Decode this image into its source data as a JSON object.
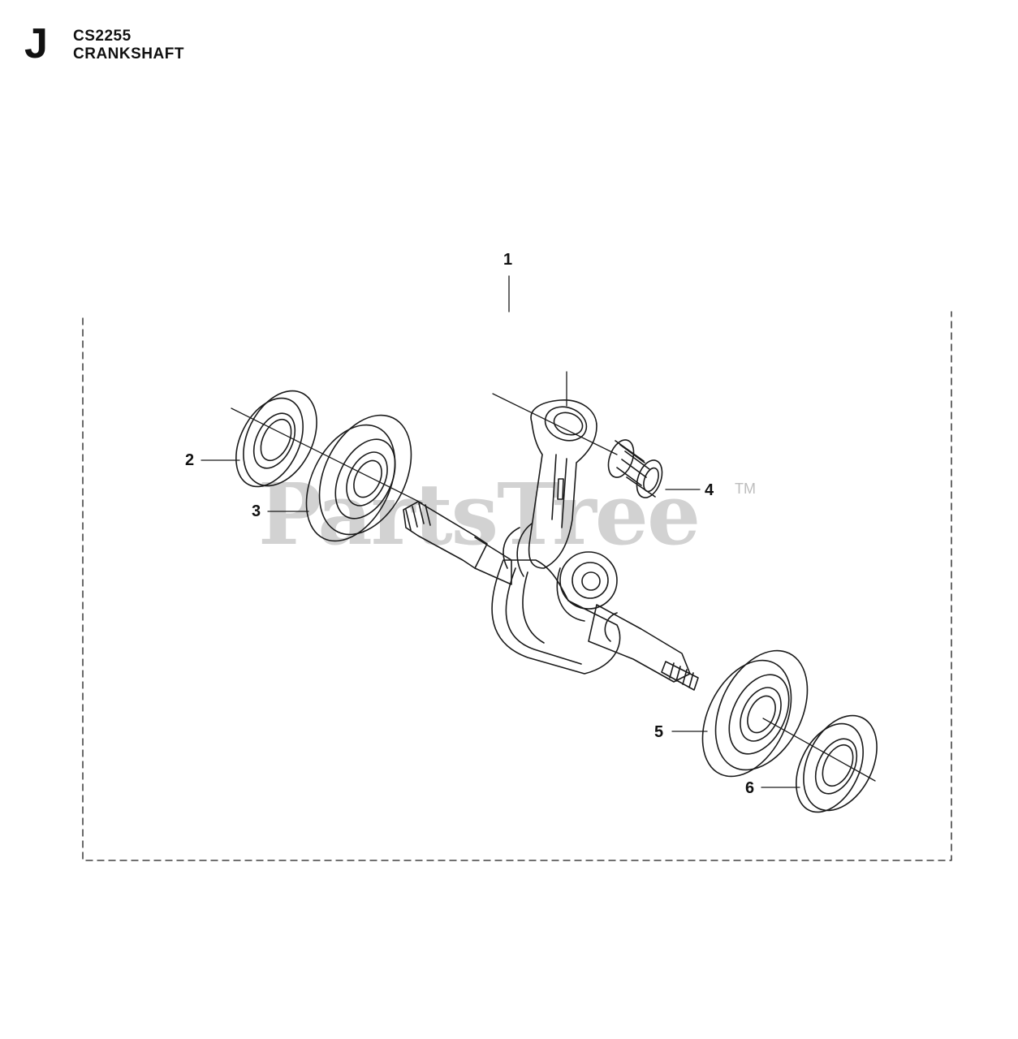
{
  "header": {
    "section_letter": "J",
    "model": "CS2255",
    "title": "CRANKSHAFT"
  },
  "watermark": {
    "text": "PartsTree",
    "trademark": "TM"
  },
  "callouts": [
    {
      "id": "1",
      "label": "1"
    },
    {
      "id": "2",
      "label": "2"
    },
    {
      "id": "3",
      "label": "3"
    },
    {
      "id": "4",
      "label": "4"
    },
    {
      "id": "5",
      "label": "5"
    },
    {
      "id": "6",
      "label": "6"
    }
  ],
  "colors": {
    "line": "#1a1a1a",
    "watermark": "#d2d2d2"
  }
}
